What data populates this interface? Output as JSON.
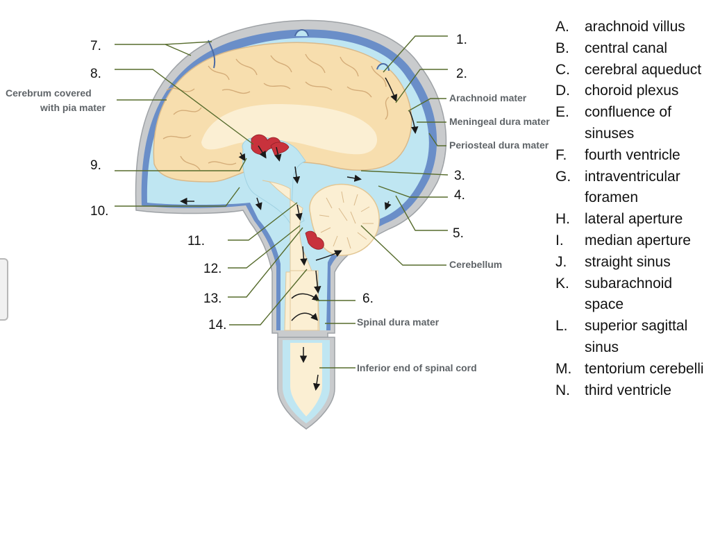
{
  "diagram": {
    "numbers": [
      "1.",
      "2.",
      "3.",
      "4.",
      "5.",
      "6.",
      "7.",
      "8.",
      "9.",
      "10.",
      "11.",
      "12.",
      "13.",
      "14."
    ],
    "labels": {
      "cerebrum_line1": "Cerebrum covered",
      "cerebrum_line2": "with pia mater",
      "arachnoid": "Arachnoid mater",
      "meningeal": "Meningeal dura mater",
      "periosteal": "Periosteal dura mater",
      "cerebellum": "Cerebellum",
      "spinal_dura": "Spinal dura mater",
      "inferior_end": "Inferior end of spinal cord"
    }
  },
  "legend": [
    {
      "letter": "A.",
      "text": "arachnoid villus"
    },
    {
      "letter": "B.",
      "text": "central canal"
    },
    {
      "letter": "C.",
      "text": "cerebral aqueduct"
    },
    {
      "letter": "D.",
      "text": "choroid plexus"
    },
    {
      "letter": "E.",
      "text": "confluence of sinuses"
    },
    {
      "letter": "F.",
      "text": "fourth ventricle"
    },
    {
      "letter": "G.",
      "text": "intraventricular foramen"
    },
    {
      "letter": "H.",
      "text": "lateral aperture"
    },
    {
      "letter": "I.",
      "text": "median aperture"
    },
    {
      "letter": "J.",
      "text": "straight sinus"
    },
    {
      "letter": "K.",
      "text": "subarachnoid space"
    },
    {
      "letter": "L.",
      "text": "superior sagittal sinus"
    },
    {
      "letter": "M.",
      "text": "tentorium cerebelli"
    },
    {
      "letter": "N.",
      "text": "third ventricle"
    }
  ],
  "colors": {
    "dura": "#c9cbcd",
    "sinus_blue": "#6a8ec8",
    "csf": "#bfe6f2",
    "brain": "#f7deae",
    "white_matter": "#fbefd3",
    "choroid": "#c8323c",
    "leader": "#566b2c"
  }
}
